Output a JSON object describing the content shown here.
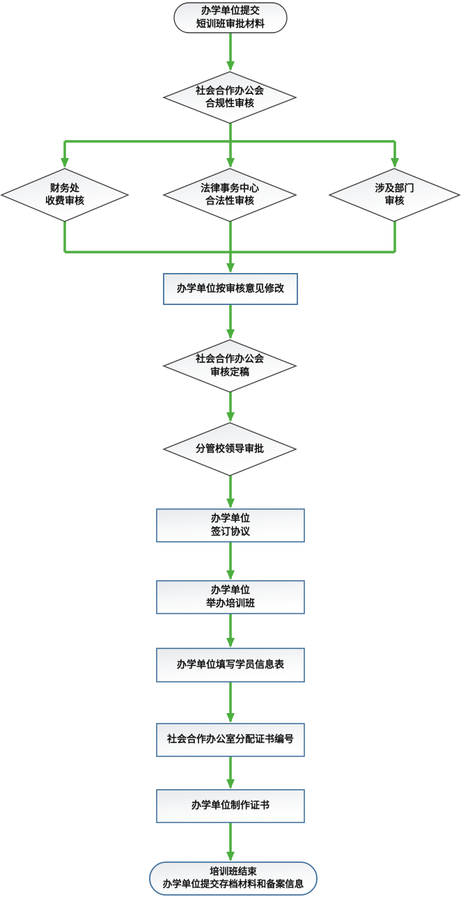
{
  "diagram": {
    "type": "flowchart",
    "nodes": [
      {
        "id": "start",
        "type": "terminator",
        "label": "办学单位提交\n短训班审批材料"
      },
      {
        "id": "d1",
        "type": "decision",
        "label": "社会合作办公会\n合规性审核"
      },
      {
        "id": "d-finance",
        "type": "decision",
        "label": "财务处\n收费审核"
      },
      {
        "id": "d-legal",
        "type": "decision",
        "label": "法律事务中心\n合法性审核"
      },
      {
        "id": "d-depts",
        "type": "decision",
        "label": "涉及部门\n审核"
      },
      {
        "id": "r1",
        "type": "process",
        "label": "办学单位按审核意见修改"
      },
      {
        "id": "d2",
        "type": "decision",
        "label": "社会合作办公会\n审核定稿"
      },
      {
        "id": "d3",
        "type": "decision",
        "label": "分管校领导审批"
      },
      {
        "id": "r2",
        "type": "process",
        "label": "办学单位\n签订协议"
      },
      {
        "id": "r3",
        "type": "process",
        "label": "办学单位\n举办培训班"
      },
      {
        "id": "r4",
        "type": "process",
        "label": "办学单位填写学员信息表"
      },
      {
        "id": "r5",
        "type": "process",
        "label": "社会合作办公室分配证书编号"
      },
      {
        "id": "r6",
        "type": "process",
        "label": "办学单位制作证书"
      },
      {
        "id": "end",
        "type": "terminator",
        "label": "培训班结束\n办学单位提交存档材料和备案信息"
      }
    ],
    "edges": [
      "start→d1",
      "d1→d-finance",
      "d1→d-legal",
      "d1→d-depts",
      "d-finance→r1",
      "d-legal→r1",
      "d-depts→r1",
      "r1→d2",
      "d2→d3",
      "d3→r2",
      "r2→r3",
      "r3→r4",
      "r4→r5",
      "r5→r6",
      "r6→end"
    ],
    "colors": {
      "connector_green": "#4CAE3F",
      "decision_border": "#3F3F3F",
      "terminator_start_border": "#3F3F3F",
      "process_border": "#41719C",
      "terminator_end_border": "#41719C",
      "shape_fill_top": "#E7E9EC",
      "shape_fill_bottom": "#FFFFFF",
      "text": "#111111",
      "background": "#FFFFFF"
    }
  }
}
